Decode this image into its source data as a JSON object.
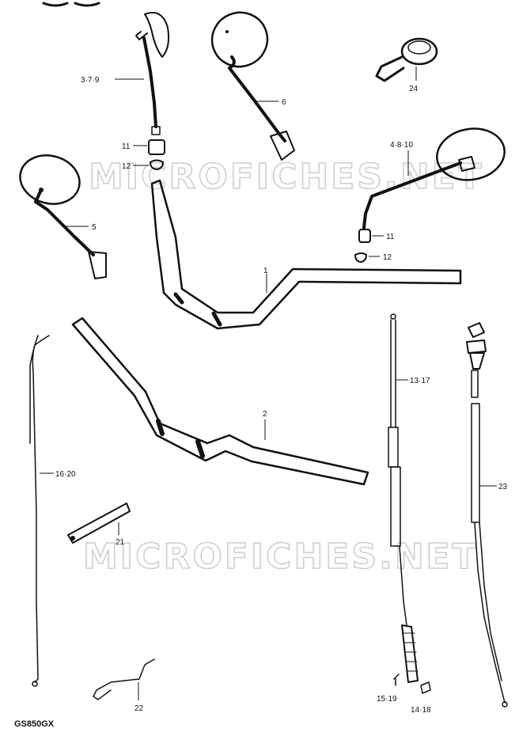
{
  "model_code": "GS850GX",
  "watermark": "MICROFICHES.NET",
  "parts": {
    "p1": "1",
    "p2": "2",
    "p3_7_9": "3·7·9",
    "p4_8_10": "4·8·10",
    "p5": "5",
    "p6": "6",
    "p11a": "11",
    "p12a": "12",
    "p11b": "11",
    "p12b": "12",
    "p13_17": "13·17",
    "p14_18": "14·18",
    "p15_19": "15·19",
    "p16_20": "16·20",
    "p21": "21",
    "p22": "22",
    "p23": "23",
    "p24": "24"
  },
  "icons": [
    "mirror-icon",
    "handlebar-icon",
    "cable-icon",
    "clamp-icon",
    "spring-icon",
    "switch-icon"
  ]
}
